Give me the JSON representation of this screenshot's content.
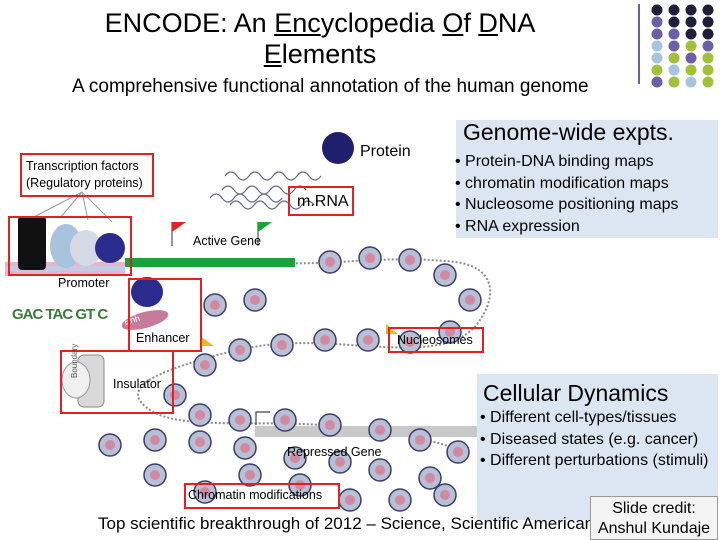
{
  "header": {
    "title_line1_prefix": "ENCODE: An ",
    "title_enc": "Enc",
    "title_mid1": "yclopedia ",
    "title_o": "O",
    "title_mid2": "f ",
    "title_d": "D",
    "title_mid3": "NA",
    "title_e": "E",
    "title_line2_rest": "lements",
    "subtitle": "A comprehensive functional annotation of the human genome"
  },
  "diagram": {
    "protein": "Protein",
    "transcription_factors_line1": "Transcription factors",
    "transcription_factors_line2": "(Regulatory proteins)",
    "mrna": "m.RNA",
    "active_gene": "Active Gene",
    "promoter": "Promoter",
    "enhancer": "Enhancer",
    "enhancer_tag": "Enh",
    "nucleosomes": "Nucleosomes",
    "insulator": "Insulator",
    "boundary": "Boundary",
    "repressed_gene": "Repressed Gene",
    "chromatin_modifications": "Chromatin modifications",
    "motif": "GAC TAC GT C"
  },
  "genome_panel": {
    "title": "Genome-wide expts.",
    "items": [
      "• Protein-DNA binding maps",
      "• chromatin modification maps",
      "• Nucleosome positioning maps",
      "• RNA expression"
    ]
  },
  "cell_panel": {
    "title": "Cellular Dynamics",
    "items": [
      "• Different cell-types/tissues",
      "• Diseased states (e.g. cancer)",
      "• Different perturbations (stimuli)"
    ]
  },
  "footer": "Top scientific breakthrough of 2012 – Science, Scientific American",
  "credit_line1": "Slide credit:",
  "credit_line2": "Anshul Kundaje",
  "colors": {
    "red_box": "#e22222",
    "panel_bg": "#dbe6f2",
    "protein": "#1f1f6e",
    "gene_bar": "#1aa33a",
    "dot_dark": "#1f1f3a",
    "dot_purple": "#6b5fa8",
    "dot_blue": "#a9c2dd",
    "dot_green": "#a2c13a"
  }
}
